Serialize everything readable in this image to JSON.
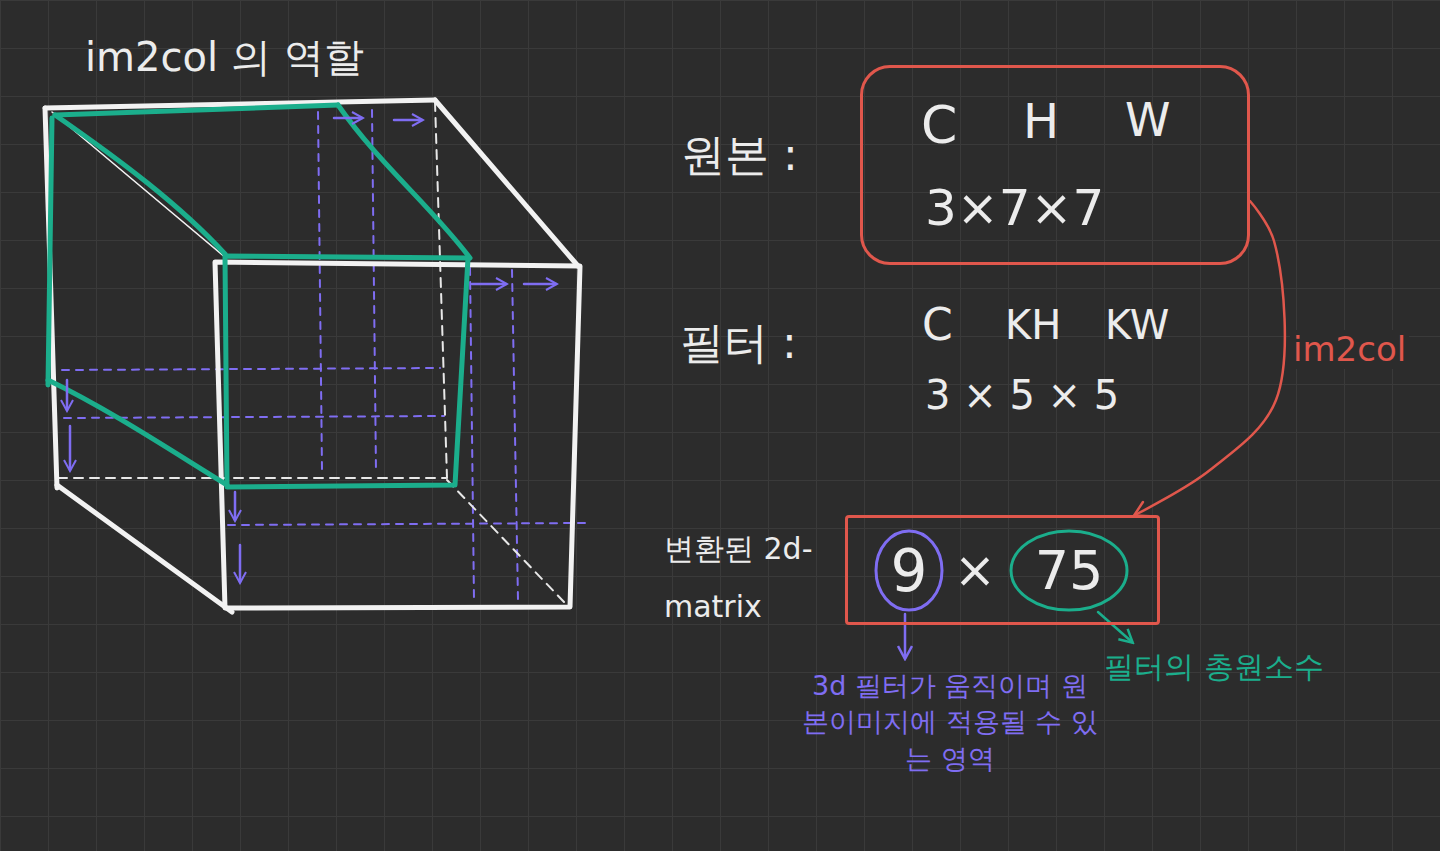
{
  "diagram": {
    "title": "im2col 의 역할",
    "nodes": [
      {
        "text": [
          "원본 :",
          "C",
          "H",
          "W",
          "3×7×7"
        ]
      },
      {
        "text": [
          "변환된 2d-matrix",
          "×"
        ]
      },
      {
        "text": [
          "9"
        ],
        "in": 1
      },
      {
        "text": [
          "75"
        ],
        "in": 1
      }
    ],
    "edges": [
      {
        "from": 0,
        "to": 1,
        "label": "im2col",
        "arrow": "to"
      }
    ],
    "labels": [
      "필터 :",
      "C",
      "KH",
      "KW",
      "3 × 5 × 5",
      "3d 필터가 움직이며 원본이미지에 적용될 수 있는 영역",
      "필터의 총원소수"
    ]
  }
}
